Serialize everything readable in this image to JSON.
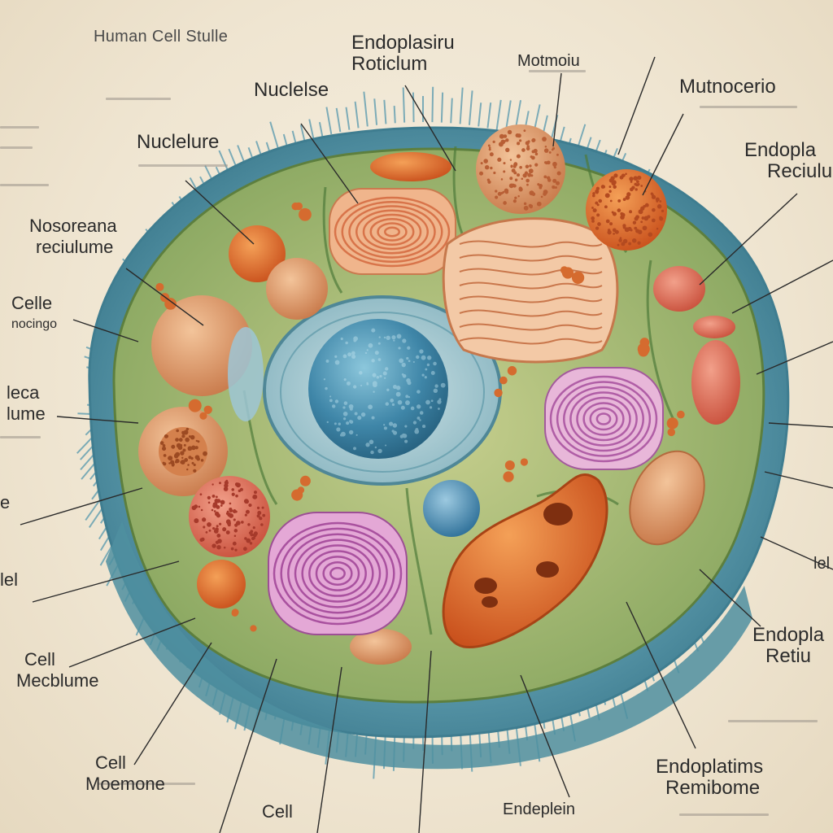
{
  "title": "Human Cell Stulle",
  "labels": [
    {
      "id": "endoplasmic-top",
      "lines": [
        "Endoplasiru",
        "Roticlum"
      ]
    },
    {
      "id": "motmoin",
      "lines": [
        "Motmoiu"
      ]
    },
    {
      "id": "nuclelse",
      "lines": [
        "Nuclelse"
      ]
    },
    {
      "id": "mutnocerio",
      "lines": [
        "Mutnocerio"
      ]
    },
    {
      "id": "nuclelure",
      "lines": [
        "Nuclelure"
      ]
    },
    {
      "id": "endoplas-right",
      "lines": [
        "Endopla",
        "Reciulu"
      ]
    },
    {
      "id": "nosoreana",
      "lines": [
        "Nosoreana",
        "reciulume"
      ]
    },
    {
      "id": "celle",
      "lines": [
        "Celle",
        "nocingo"
      ]
    },
    {
      "id": "leca",
      "lines": [
        "leca",
        "lume"
      ]
    },
    {
      "id": "endoplas-right2",
      "lines": [
        "Endopla",
        "Retiu"
      ]
    },
    {
      "id": "cell-mecblume",
      "lines": [
        "Cell",
        "Mecblume"
      ]
    },
    {
      "id": "cell-moemone",
      "lines": [
        "Cell",
        "Moemone"
      ]
    },
    {
      "id": "cell-bottom",
      "lines": [
        "Cell"
      ]
    },
    {
      "id": "endeplein",
      "lines": [
        "Endeplein"
      ]
    },
    {
      "id": "endoplatims",
      "lines": [
        "Endoplatims",
        "Remibome"
      ]
    }
  ],
  "side_fragments": [
    "lel",
    "e",
    "lel"
  ],
  "colors": {
    "background": "#f0e7d4",
    "membrane_teal": "#4f8fa0",
    "cytoplasm_green": "#7fa25a",
    "nucleus_blue": "#4c8fb0",
    "mitochondrion_orange": "#e0692a",
    "golgi_purple": "#c58ac2",
    "organelle_peach": "#e6a070"
  }
}
